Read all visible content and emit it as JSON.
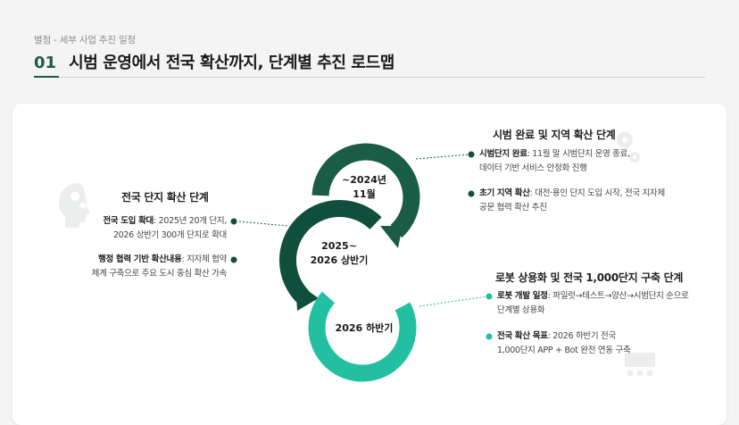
{
  "header": {
    "breadcrumb": "별첨 - 세부 사업 추진 일정",
    "number": "01",
    "title": "시범 운영에서 전국 확산까지, 단계별 추진 로드맵"
  },
  "colors": {
    "dark_green": "#1a5c45",
    "mid_green": "#0f4f3b",
    "teal": "#22c0a0"
  },
  "stages": [
    {
      "line1": "~2024년",
      "line2": "11월"
    },
    {
      "line1": "2025~",
      "line2": "2026 상반기"
    },
    {
      "line1": "2026 하반기",
      "line2": ""
    }
  ],
  "left_section": {
    "title": "전국 단지 확산 단계",
    "items": [
      {
        "label": "전국 도입 확대",
        "text1": ": 2025년 20개 단지,",
        "text2": "2026 상반기 300개 단지로 확대"
      },
      {
        "label": "행정 협력 기반 확산내용",
        "text1": ": 지자체 협약",
        "text2": "체계 구축으로 주요 도시 중심 확산 가속"
      }
    ]
  },
  "right_top_section": {
    "title": "시범 완료 및 지역 확산 단계",
    "items": [
      {
        "label": "시범단지 완료",
        "text1": ": 11월 말 시범단지 운영 종료,",
        "text2": "데이터 기반 서비스 안정화 진행"
      },
      {
        "label": "초기 지역 확산",
        "text1": ": 대전·용인 단지 도입 시작, 전국 지자체",
        "text2": "공문 협력 확산 추진"
      }
    ]
  },
  "right_bottom_section": {
    "title": "로봇 상용화 및 전국 1,000단지 구축 단계",
    "items": [
      {
        "label": "로봇 개발 일정",
        "text1": ": 파일럿→테스트→양산→시범단지 순으로",
        "text2": "단계별 상용화"
      },
      {
        "label": "전국 확산 목표",
        "text1": ": 2026 하반기 전국",
        "text2": "1,000단지 APP + Bot 완전 연동 구축"
      }
    ]
  },
  "icons": [
    "head-gears-icon",
    "gears-icon",
    "team-icon"
  ]
}
